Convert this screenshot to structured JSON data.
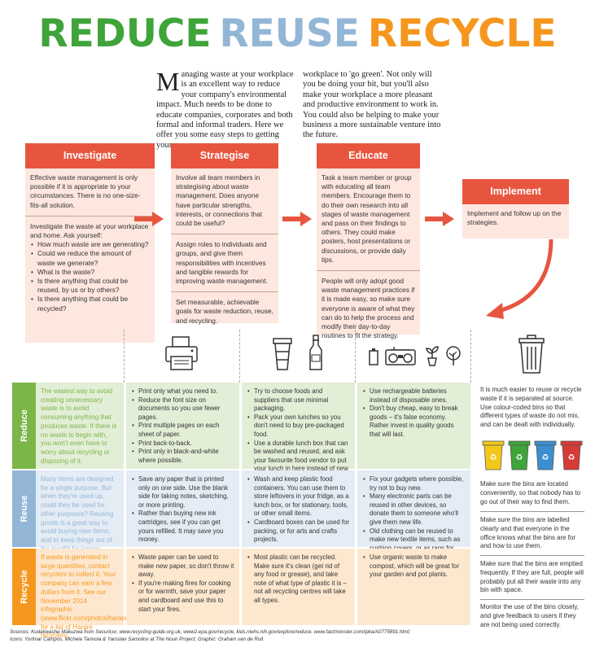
{
  "title": {
    "reduce": "REDUCE",
    "reuse": "REUSE",
    "recycle": "RECYCLE"
  },
  "intro": {
    "dropcap": "M",
    "col1": "anaging waste at your workplace is an excellent way to reduce your company's environmental impact. Much needs to be done to educate companies, corporates and both formal and informal traders. Here we offer you some easy steps to getting your",
    "col2": "workplace to 'go green'. Not only will you be doing your bit, but you'll also make your workplace a more pleasant and productive environment to work in. You could also be helping to make your business a more sustainable venture into the future."
  },
  "stages": {
    "investigate": {
      "title": "Investigate",
      "p1": "Effective waste management is only possible if it is appropriate to your circumstances. There is no one-size-fits-all solution.",
      "p2": "Investigate the waste at your workplace and home. Ask yourself:",
      "items": [
        "How much waste are we generating?",
        "Could we reduce the amount of waste we generate?",
        "What is the waste?",
        "Is there anything that could be reused, by us or by others?",
        "Is there anything that could be recycled?"
      ]
    },
    "strategise": {
      "title": "Strategise",
      "p1": "Involve all team members in strategising about waste management. Does anyone have particular strengths, interests, or connections that could be useful?",
      "p2": "Assign roles to individuals and groups, and give them responsibilities with incentives and tangible rewards for improving waste management.",
      "p3": "Set measurable, achievable goals for waste reduction, reuse, and recycling."
    },
    "educate": {
      "title": "Educate",
      "p1": "Task a team member or group with educating all team members. Encourage them to do their own research into all stages of waste management and pass on their findings to others. They could make posters, host presentations or discussions, or provide daily tips.",
      "p2": "People will only adopt good waste management practices if it is made easy, so make sure everyone is aware of what they can do to help the process and modify their day-to-day routines to fit the strategy."
    },
    "implement": {
      "title": "Implement",
      "p1": "Implement and follow up on the strategies."
    }
  },
  "icons": [
    "printer-icon",
    "cup-icon",
    "bottle-icon",
    "battery-icon",
    "radio-icon",
    "plant-icon",
    "tree-icon",
    "bin-icon"
  ],
  "rows": {
    "reduce": {
      "label": "Reduce",
      "color": "#7ab648",
      "bg": "#e3eed7",
      "desc": "The easiest way to avoid creating unnecessary waste is to avoid consuming anything that produces waste. If there is no waste to begin with, you won't even have to worry about recycling or disposing of it.",
      "paper": [
        "Print only what you need to.",
        "Reduce the font size on documents so you use fewer pages.",
        "Print multiple pages on each sheet of paper.",
        "Print back-to-back.",
        "Print only in black-and-white where possible."
      ],
      "food": [
        "Try to choose foods and suppliers that use minimal packaging.",
        "Pack your own lunches so you don't need to buy pre-packaged food.",
        "Use a durable lunch box that can be washed and reused, and ask your favourite food vendor to put your lunch in here instead of new packaging."
      ],
      "goods": [
        "Use rechargeable batteries instead of disposable ones.",
        "Don't buy cheap, easy to break goods – it's false economy. Rather invest in quality goods that will last."
      ]
    },
    "reuse": {
      "label": "Reuse",
      "color": "#93b6d6",
      "bg": "#e4ecf5",
      "desc": "Many items are designed for a single purpose. But when they're used up, could they be used for other purposes? Reusing goods is a great way to avoid buying new items, and to keep things out of the landfill for longer.",
      "paper": [
        "Save any paper that is printed only on one side. Use the blank side for taking notes, sketching, or more printing.",
        "Rather than buying new ink cartridges, see if you can get yours refilled. It may save you money."
      ],
      "food": [
        "Wash and keep plastic food containers. You can use them to store leftovers in your fridge, as a lunch box, or for stationary, tools, or other small items.",
        "Cardboard boxes can be used for packing, or for arts and crafts projects."
      ],
      "goods": [
        "Fix your gadgets where possible, try not to buy new.",
        "Many electronic parts can be reused in other devices, so donate them to someone who'll give them new life.",
        "Old clothing can be reused to make new textile items, such as cushion covers, or as rags for cleaning."
      ]
    },
    "recycle": {
      "label": "Recycle",
      "color": "#f5971f",
      "bg": "#fde8cf",
      "desc": "If waste is generated in large quantities, contact recyclers to collect it. Your company can earn a few dollars from it. See our November 2014 infographic (www.flickr.com/photos/hararenewsgraphics) for a list of Harare recyclers.",
      "paper": [
        "Waste paper can be used to make new paper, so don't throw it away.",
        "If you're making fires for cooking or for warmth, save your paper and cardboard and use this to start your fires."
      ],
      "food": [
        "Most plastic can be recycled. Make sure it's clean (get rid of any food or grease), and take note of what type of plastic it is – not all recycling centres will take all types."
      ],
      "goods": [
        "Use organic waste to make compost, which will be great for your garden and pot plants."
      ]
    }
  },
  "bins_column": {
    "p1": "It is much easier to reuse or recycle waste if it is separated at source. Use colour-coded bins so that different types of waste do not mix, and can be dealt with individually.",
    "bin_colors": [
      "#f2c81a",
      "#3fa43a",
      "#3c8fcf",
      "#d83a36"
    ],
    "p2": "Make sure the bins are located conveniently, so that nobody has to go out of their way to find them.",
    "p3": "Make sure the bins are labelled clearly and that everyone in the office knows what the bins are for and how to use them.",
    "p4": "Make sure that the bins are emptied frequently. If they are full, people will probably put all their waste into any bin with space.",
    "p5": "Monitor the use of the bins closely, and give feedback to users if they are not being used correctly."
  },
  "sources": {
    "line1": "Sources: Kudakwashe Makuzwa from Securicor, www.recycling-guide.org.uk, www2.epa.gov/recycle, kids.niehs.nih.gov/explore/reduce, www.factmonster.com/ipka/A0775891.html;",
    "line2": "Icons: Yorlmar Campos, Michela Tannoia & Yaroslav Samoilov at The Noun Project; Graphic: Graham van de Ruit"
  }
}
